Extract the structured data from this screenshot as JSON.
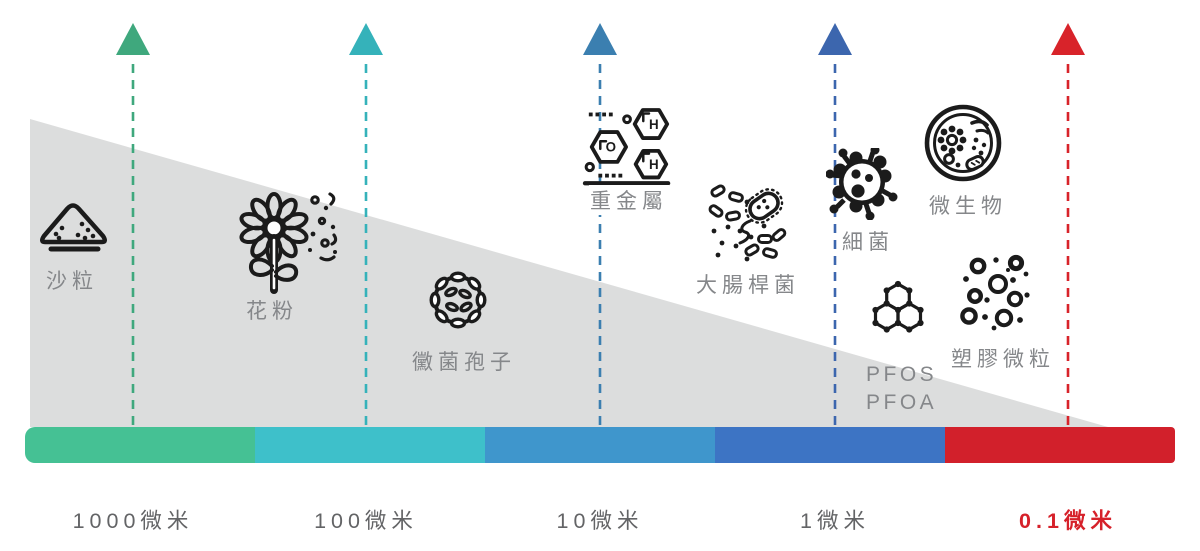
{
  "colors": {
    "wedge_gray": "#dcdddd",
    "item_label_gray": "#85878a",
    "tick_label_gray": "#636466",
    "highlight_red": "#d6212a",
    "icon_black": "#1b1b1b"
  },
  "particles": [
    {
      "label": "沙粒",
      "icon": "sand-pile-icon"
    },
    {
      "label": "花粉",
      "icon": "pollen-flower-icon"
    },
    {
      "label": "黴菌孢子",
      "icon": "mold-spore-icon"
    },
    {
      "label": "重金屬",
      "icon": "heavy-metals-icon"
    },
    {
      "label": "大腸桿菌",
      "icon": "e-coli-icon"
    },
    {
      "label": "細菌",
      "icon": "bacteria-virus-icon"
    },
    {
      "label": "微生物",
      "icon": "petri-dish-icon"
    },
    {
      "label": "PFOS",
      "label_line2": "PFOA",
      "icon": "pfos-pfoa-molecule-icon"
    },
    {
      "label": "塑膠微粒",
      "icon": "microplastics-icon"
    }
  ],
  "scale": {
    "markers": [
      {
        "color": "#3fa87d"
      },
      {
        "color": "#35b2ba"
      },
      {
        "color": "#3b7fb0"
      },
      {
        "color": "#3c66ae"
      },
      {
        "color": "#d8232a"
      }
    ],
    "segments": [
      {
        "color": "#45c194"
      },
      {
        "color": "#3ec0ca"
      },
      {
        "color": "#3f96cc"
      },
      {
        "color": "#3d74c4"
      },
      {
        "color": "#d2202b"
      }
    ],
    "tick_labels": [
      {
        "text": "1000微米",
        "color": "#636466"
      },
      {
        "text": "100微米",
        "color": "#636466"
      },
      {
        "text": "10微米",
        "color": "#636466"
      },
      {
        "text": "1微米",
        "color": "#636466"
      },
      {
        "text": "0.1微米",
        "color": "#d6212a"
      }
    ]
  }
}
